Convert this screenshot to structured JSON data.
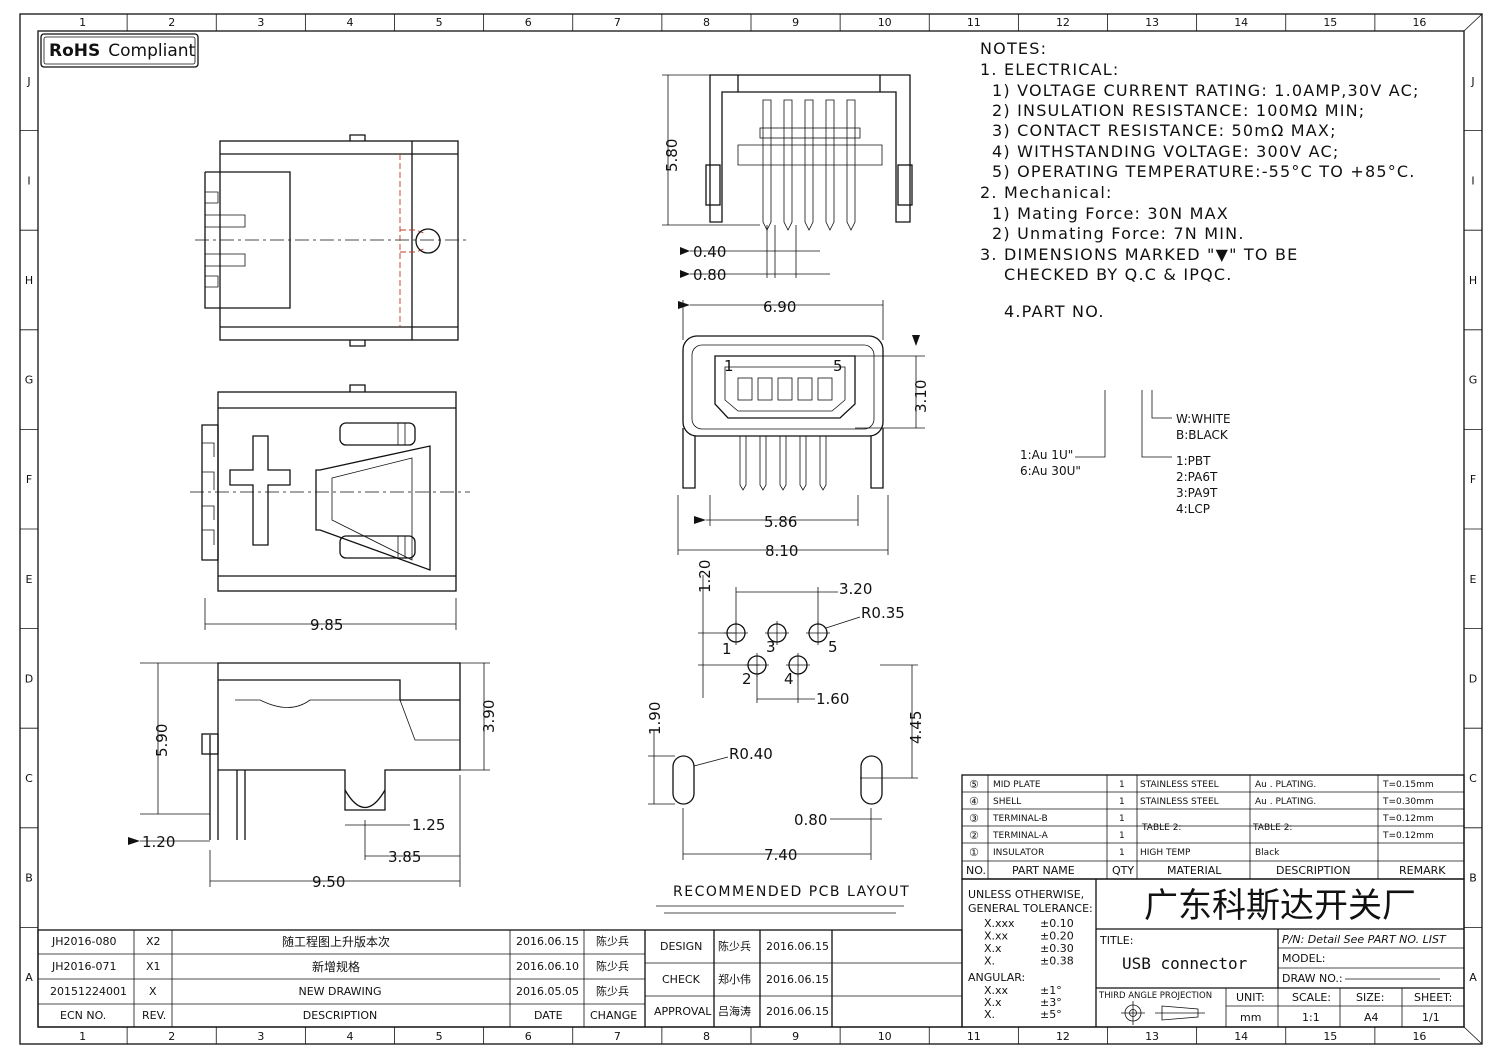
{
  "rohs_badge": "RoHS Compliant",
  "rohs_parts": {
    "bold": "RoHS",
    "rest": "Compliant"
  },
  "grid_columns": [
    "1",
    "2",
    "3",
    "4",
    "5",
    "6",
    "7",
    "8",
    "9",
    "10",
    "11",
    "12",
    "13",
    "14",
    "15",
    "16"
  ],
  "grid_rows": [
    "J",
    "I",
    "H",
    "G",
    "F",
    "E",
    "D",
    "C",
    "B",
    "A"
  ],
  "notes": {
    "heading": "NOTES:",
    "lines": [
      "1. ELECTRICAL:",
      "1) VOLTAGE CURRENT RATING: 1.0AMP,30V AC;",
      "2) INSULATION RESISTANCE: 100MΩ MIN;",
      "3) CONTACT RESISTANCE: 50mΩ MAX;",
      "4) WITHSTANDING VOLTAGE: 300V AC;",
      "5) OPERATING TEMPERATURE:-55°C TO +85°C.",
      "2. Mechanical:",
      "1) Mating Force: 30N MAX",
      "2) Unmating Force: 7N MIN.",
      "3. DIMENSIONS MARKED \"▼\" TO BE",
      "CHECKED BY Q.C & IPQC."
    ],
    "part_no": "4.PART NO."
  },
  "part_options": {
    "color": [
      "W:WHITE",
      "B:BLACK"
    ],
    "plating": [
      "1:Au 1U\"",
      "6:Au 30U\""
    ],
    "material": [
      "1:PBT",
      "2:PA6T",
      "3:PA9T",
      "4:LCP"
    ]
  },
  "dimensions": {
    "d_040": "0.40",
    "d_080": "0.80",
    "d_580": "5.80",
    "d_690": "6.90",
    "d_310": "3.10",
    "d_586": "5.86",
    "d_810": "8.10",
    "d_985": "9.85",
    "d_590": "5.90",
    "d_390": "3.90",
    "d_120a": "1.20",
    "d_125": "1.25",
    "d_385": "3.85",
    "d_950": "9.50",
    "d_120b": "1.20",
    "d_320": "3.20",
    "d_r035": "R0.35",
    "d_160": "1.60",
    "d_445": "4.45",
    "d_190": "1.90",
    "d_r040": "R0.40",
    "d_080b": "0.80",
    "d_740": "7.40"
  },
  "pin_labels": {
    "top": [
      "1",
      "5"
    ],
    "pcb": [
      "1",
      "3",
      "5",
      "2",
      "4"
    ]
  },
  "pcb_layout_title": "RECOMMENDED PCB LAYOUT",
  "bom": {
    "rows": [
      {
        "no": "⑤",
        "name": "MID PLATE",
        "qty": "1",
        "material": "STAINLESS STEEL",
        "description": "Au . PLATING.",
        "remark": "T=0.15mm"
      },
      {
        "no": "④",
        "name": "SHELL",
        "qty": "1",
        "material": "STAINLESS STEEL",
        "description": "Au . PLATING.",
        "remark": "T=0.30mm"
      },
      {
        "no": "③",
        "name": "TERMINAL-B",
        "qty": "1",
        "material": "",
        "description": "",
        "remark": "T=0.12mm"
      },
      {
        "no": "②",
        "name": "TERMINAL-A",
        "qty": "1",
        "material": "",
        "description": "",
        "remark": "T=0.12mm"
      },
      {
        "no": "①",
        "name": "INSULATOR",
        "qty": "1",
        "material": "HIGH TEMP",
        "description": "Black",
        "remark": ""
      }
    ],
    "table2_material": "TABLE 2:",
    "table2_description": "TABLE 2:",
    "headers": {
      "no": "NO.",
      "name": "PART NAME",
      "qty": "QTY",
      "material": "MATERIAL",
      "description": "DESCRIPTION",
      "remark": "REMARK"
    }
  },
  "tolerance": {
    "heading1": "UNLESS OTHERWISE,",
    "heading2": "GENERAL TOLERANCE:",
    "linear": [
      [
        "X.xxx",
        "±0.10"
      ],
      [
        "X.xx",
        "±0.20"
      ],
      [
        "X.x",
        "±0.30"
      ],
      [
        "X.",
        "±0.38"
      ]
    ],
    "angular_label": "ANGULAR:",
    "angular": [
      [
        "X.xx",
        "±1°"
      ],
      [
        "X.x",
        "±3°"
      ],
      [
        "X.",
        "±5°"
      ]
    ]
  },
  "title_block": {
    "company": "广东科斯达开关厂",
    "title_label": "TITLE:",
    "title": "USB connector",
    "pn_label": "P/N: Detail See PART NO. LIST",
    "model_label": "MODEL:",
    "drawno_label": "DRAW NO.:",
    "projection_label": "THIRD ANGLE PROJECTION",
    "unit_label": "UNIT:",
    "unit": "mm",
    "scale_label": "SCALE:",
    "scale": "1:1",
    "size_label": "SIZE:",
    "size": "A4",
    "sheet_label": "SHEET:",
    "sheet": "1/1"
  },
  "revisions": {
    "rows": [
      {
        "ecn": "JH2016-080",
        "rev": "X2",
        "description": "随工程图上升版本次",
        "date": "2016.06.15",
        "change": "陈少兵"
      },
      {
        "ecn": "JH2016-071",
        "rev": "X1",
        "description": "新增规格",
        "date": "2016.06.10",
        "change": "陈少兵"
      },
      {
        "ecn": "20151224001",
        "rev": "X",
        "description": "NEW DRAWING",
        "date": "2016.05.05",
        "change": "陈少兵"
      }
    ],
    "headers": {
      "ecn": "ECN NO.",
      "rev": "REV.",
      "description": "DESCRIPTION",
      "date": "DATE",
      "change": "CHANGE"
    }
  },
  "approvals": [
    {
      "role": "DESIGN",
      "name": "陈少兵",
      "date": "2016.06.15"
    },
    {
      "role": "CHECK",
      "name": "郑小伟",
      "date": "2016.06.15"
    },
    {
      "role": "APPROVAL",
      "name": "吕海涛",
      "date": "2016.06.15"
    }
  ]
}
